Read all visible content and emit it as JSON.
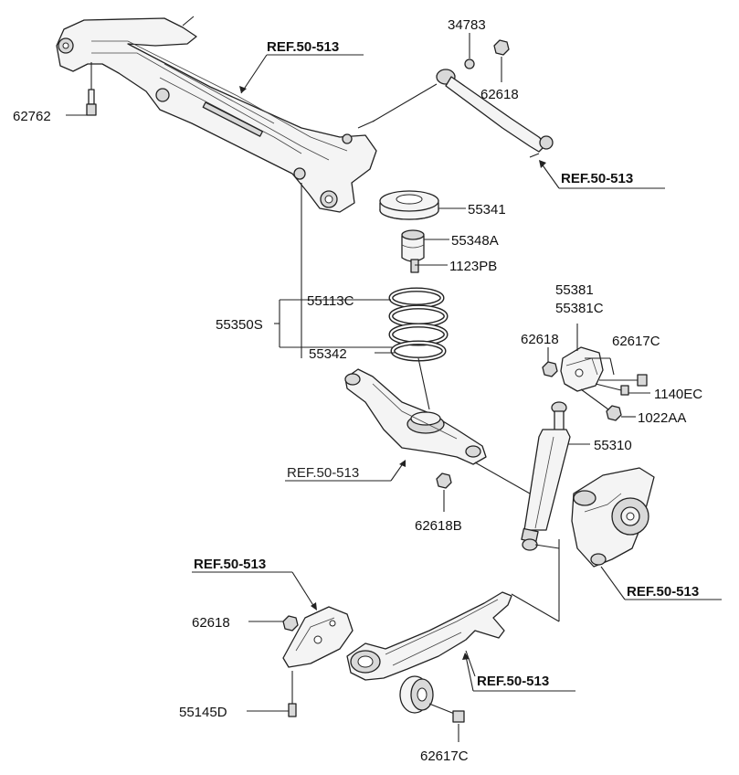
{
  "diagram": {
    "colors": {
      "line": "#222222",
      "fill": "#f4f4f4",
      "shade": "#d9d9d9",
      "background": "#ffffff"
    },
    "labels": {
      "p34783": "34783",
      "p62618_top": "62618",
      "p62762": "62762",
      "p55341": "55341",
      "p55348A": "55348A",
      "p1123PB": "1123PB",
      "p55113C": "55113C",
      "p55350S": "55350S",
      "p55342": "55342",
      "p55381": "55381",
      "p55381C": "55381C",
      "p62618_mid": "62618",
      "p62617C_mid": "62617C",
      "p1140EC": "1140EC",
      "p1022AA": "1022AA",
      "p55310": "55310",
      "p62618B": "62618B",
      "p62618_low": "62618",
      "p55145D": "55145D",
      "p62617C_bot": "62617C"
    },
    "refs": {
      "r1": "REF.50-513",
      "r2": "REF.50-513",
      "r3": "REF.50-513",
      "r4": "REF.50-513",
      "r5": "REF.50-513",
      "r6": "REF.50-513"
    }
  }
}
